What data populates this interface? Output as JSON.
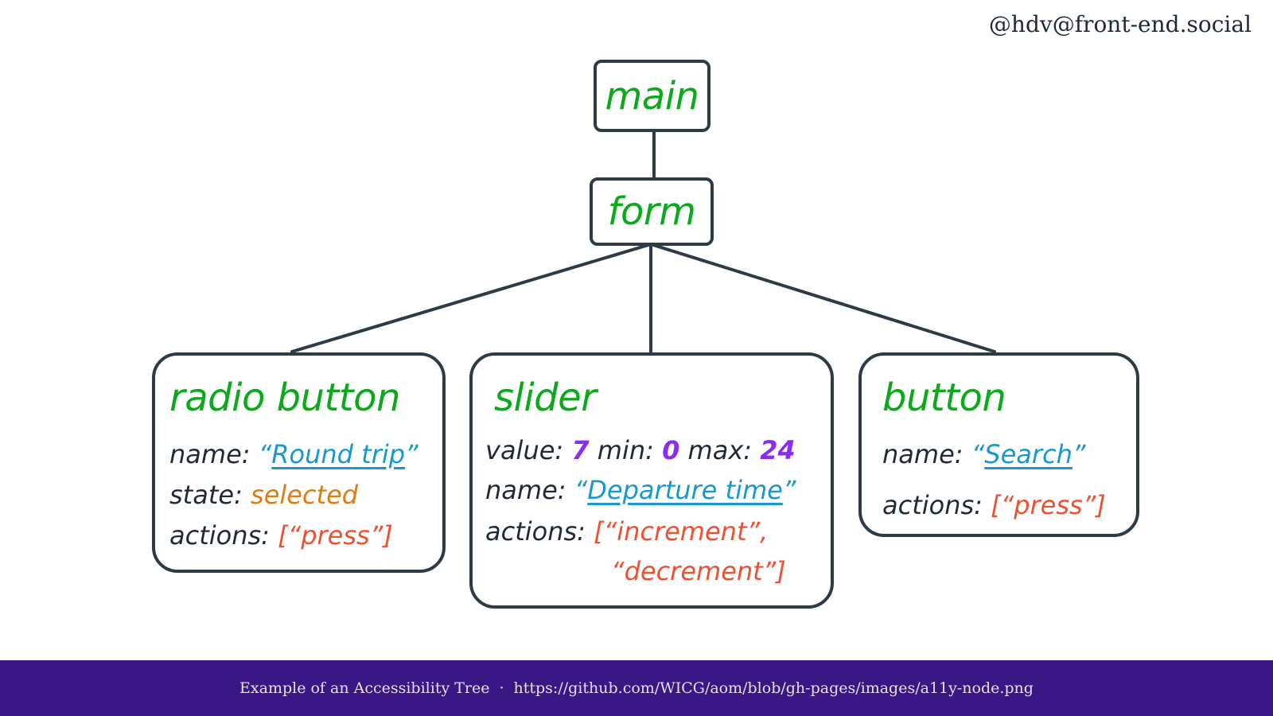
{
  "handle": "@hdv@front-end.social",
  "tree": {
    "root": {
      "title": "main"
    },
    "form": {
      "title": "form"
    },
    "children": [
      {
        "title": "radio button",
        "name_label": "name:",
        "name_value": "Round trip",
        "state_label": "state:",
        "state_value": "selected",
        "actions_label": "actions:",
        "actions_value": "[“press”]"
      },
      {
        "title": "slider",
        "value_label": "value:",
        "value": "7",
        "min_label": "min:",
        "min": "0",
        "max_label": "max:",
        "max": "24",
        "name_label": "name:",
        "name_value": "Departure time",
        "actions_label": "actions:",
        "actions_value_line1": "[“increment”,",
        "actions_value_line2": "“decrement”]"
      },
      {
        "title": "button",
        "name_label": "name:",
        "name_value": "Search",
        "actions_label": "actions:",
        "actions_value": "[“press”]"
      }
    ]
  },
  "footer": {
    "caption": "Example of an Accessibility Tree",
    "separator": "·",
    "link": "https://github.com/WICG/aom/blob/gh-pages/images/a11y-node.png"
  },
  "colors": {
    "node_title": "#0aaa1a",
    "name_value": "#1799cf",
    "state_value": "#e07b10",
    "actions_value": "#f0502f",
    "numbers": "#8b2cf5",
    "border": "#2d3a47",
    "footer_bg": "#3a1784"
  }
}
